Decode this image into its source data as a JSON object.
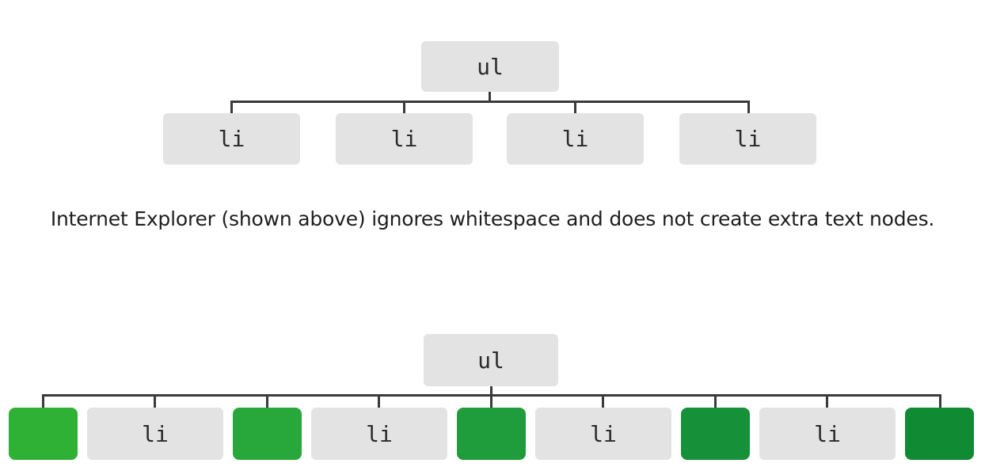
{
  "top_tree": {
    "root_label": "ul",
    "children": [
      {
        "label": "li"
      },
      {
        "label": "li"
      },
      {
        "label": "li"
      },
      {
        "label": "li"
      }
    ]
  },
  "caption": "Internet Explorer (shown above) ignores whitespace and does not create extra text nodes.",
  "bottom_tree": {
    "root_label": "ul",
    "children": [
      {
        "kind": "text",
        "label": "",
        "color": "#2eb135"
      },
      {
        "kind": "element",
        "label": "li"
      },
      {
        "kind": "text",
        "label": "",
        "color": "#28a83a"
      },
      {
        "kind": "element",
        "label": "li"
      },
      {
        "kind": "text",
        "label": "",
        "color": "#1f9c3c"
      },
      {
        "kind": "element",
        "label": "li"
      },
      {
        "kind": "text",
        "label": "",
        "color": "#16913a"
      },
      {
        "kind": "element",
        "label": "li"
      },
      {
        "kind": "text",
        "label": "",
        "color": "#118a34"
      }
    ]
  },
  "colors": {
    "element_fill": "#e3e3e3",
    "connector": "#3a3a3a"
  }
}
